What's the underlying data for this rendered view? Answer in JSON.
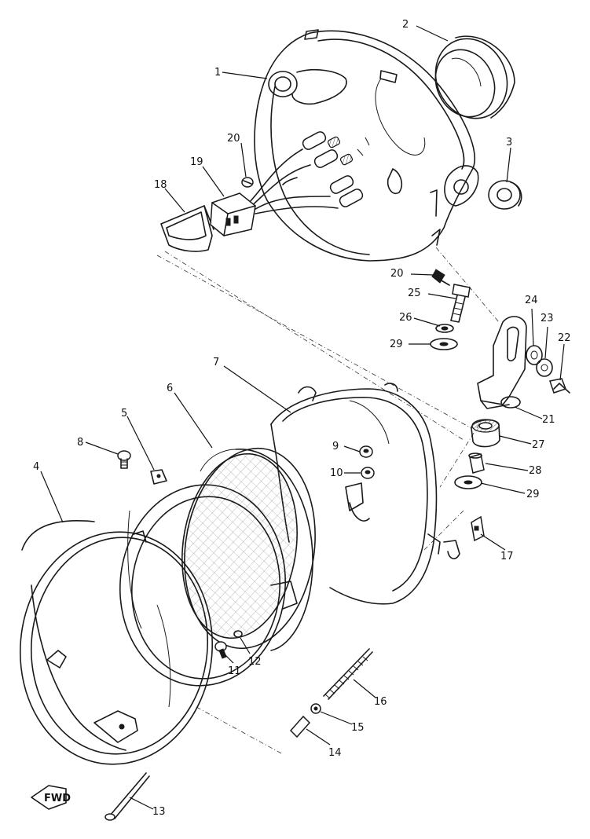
{
  "callouts": {
    "c1": "1",
    "c2": "2",
    "c3": "3",
    "c4": "4",
    "c5": "5",
    "c6": "6",
    "c7": "7",
    "c8": "8",
    "c9": "9",
    "c10": "10",
    "c11": "11",
    "c12": "12",
    "c13": "13",
    "c14": "14",
    "c15": "15",
    "c16": "16",
    "c17": "17",
    "c18": "18",
    "c19": "19",
    "c20a": "20",
    "c20b": "20",
    "c21": "21",
    "c22": "22",
    "c23": "23",
    "c24": "24",
    "c25": "25",
    "c26": "26",
    "c27": "27",
    "c28": "28",
    "c29a": "29",
    "c29b": "29"
  },
  "direction_tag": "FWD"
}
